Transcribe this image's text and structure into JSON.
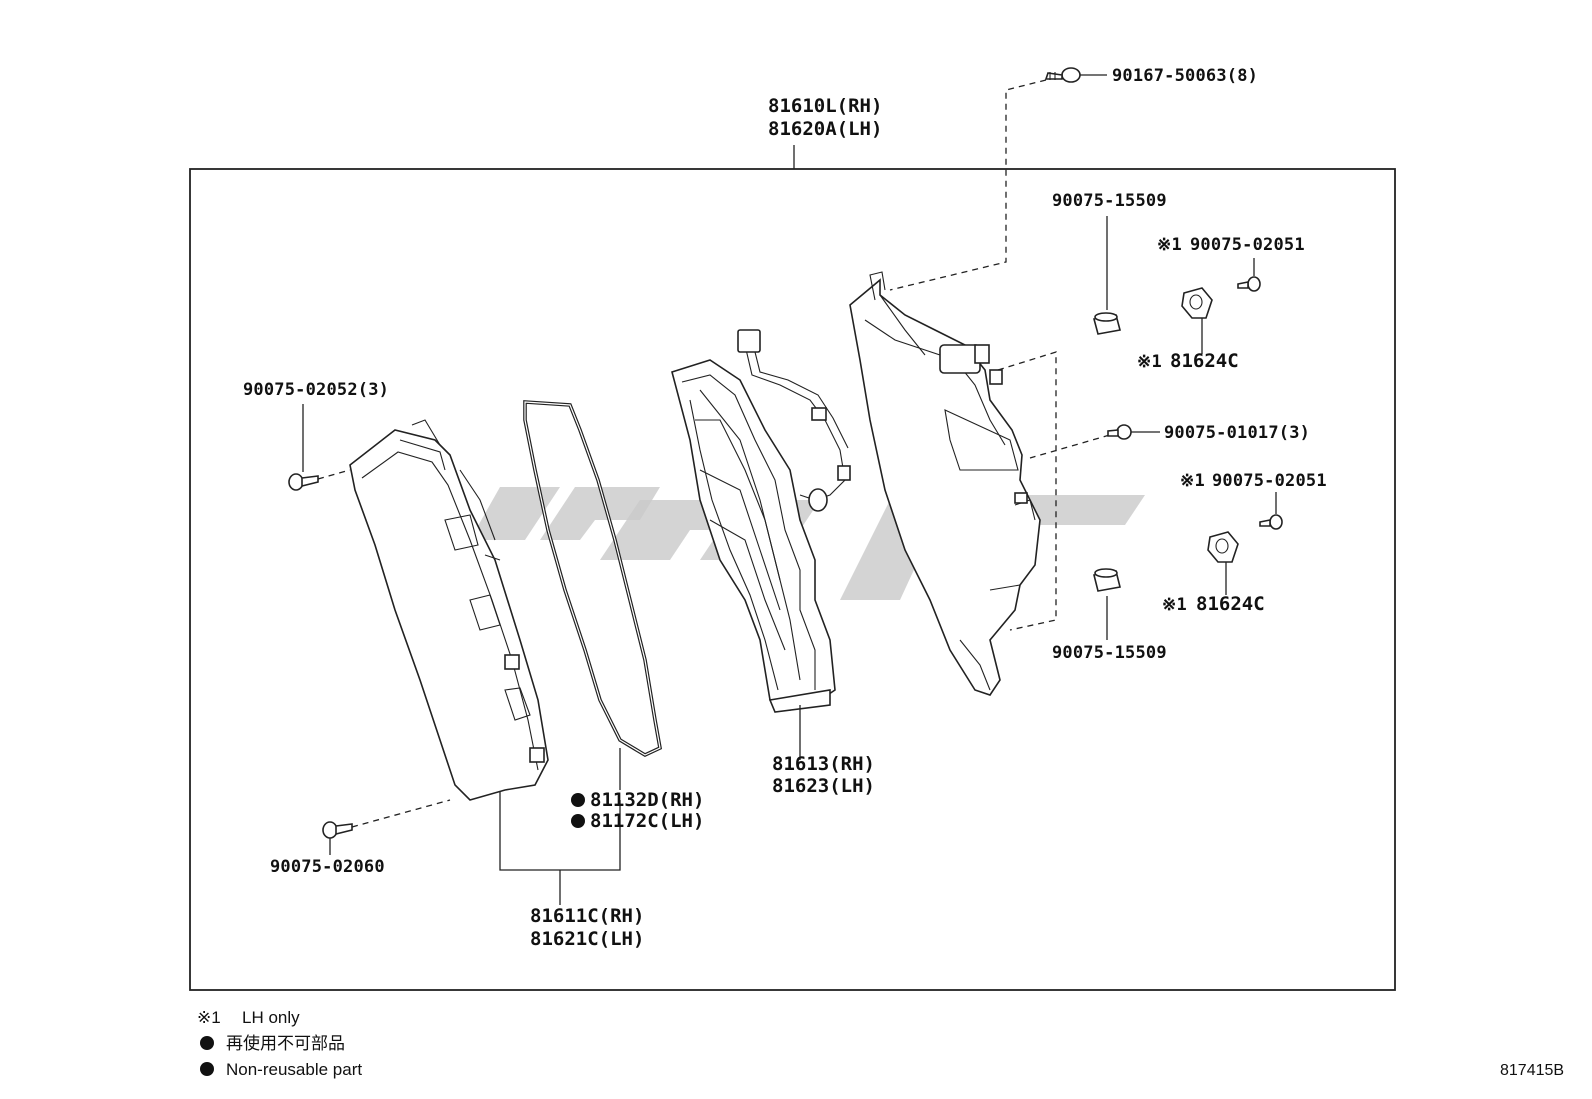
{
  "assembly": {
    "label_rh": "81610L(RH)",
    "label_lh": "81620A(LH)"
  },
  "parts": {
    "screw_top": "90167-50063(8)",
    "grommet_upper": "90075-15509",
    "grommet_lower": "90075-15509",
    "screw_lh_upper_mark": "※1",
    "screw_lh_upper": "90075-02051",
    "screw_lh_lower_mark": "※1",
    "screw_lh_lower": "90075-02051",
    "nut_upper_mark": "※1",
    "nut_upper": "81624C",
    "nut_lower_mark": "※1",
    "nut_lower": "81624C",
    "screw_mid": "90075-01017(3)",
    "screw_left": "90075-02052(3)",
    "screw_bottom": "90075-02060",
    "reflector_rh": "81613(RH)",
    "reflector_lh": "81623(LH)",
    "gasket_rh": "81132D(RH)",
    "gasket_lh": "81172C(LH)",
    "lens_rh": "81611C(RH)",
    "lens_lh": "81621C(LH)"
  },
  "legend": {
    "note1_mark": "※1",
    "note1_text": "LH only",
    "bullet": "●",
    "nonreusable_jp": "再使用不可部品",
    "nonreusable_en": "Non-reusable part"
  },
  "illustration_code": "817415B",
  "colors": {
    "line": "#222222",
    "watermark": "#c9c9c9",
    "background": "#ffffff"
  }
}
